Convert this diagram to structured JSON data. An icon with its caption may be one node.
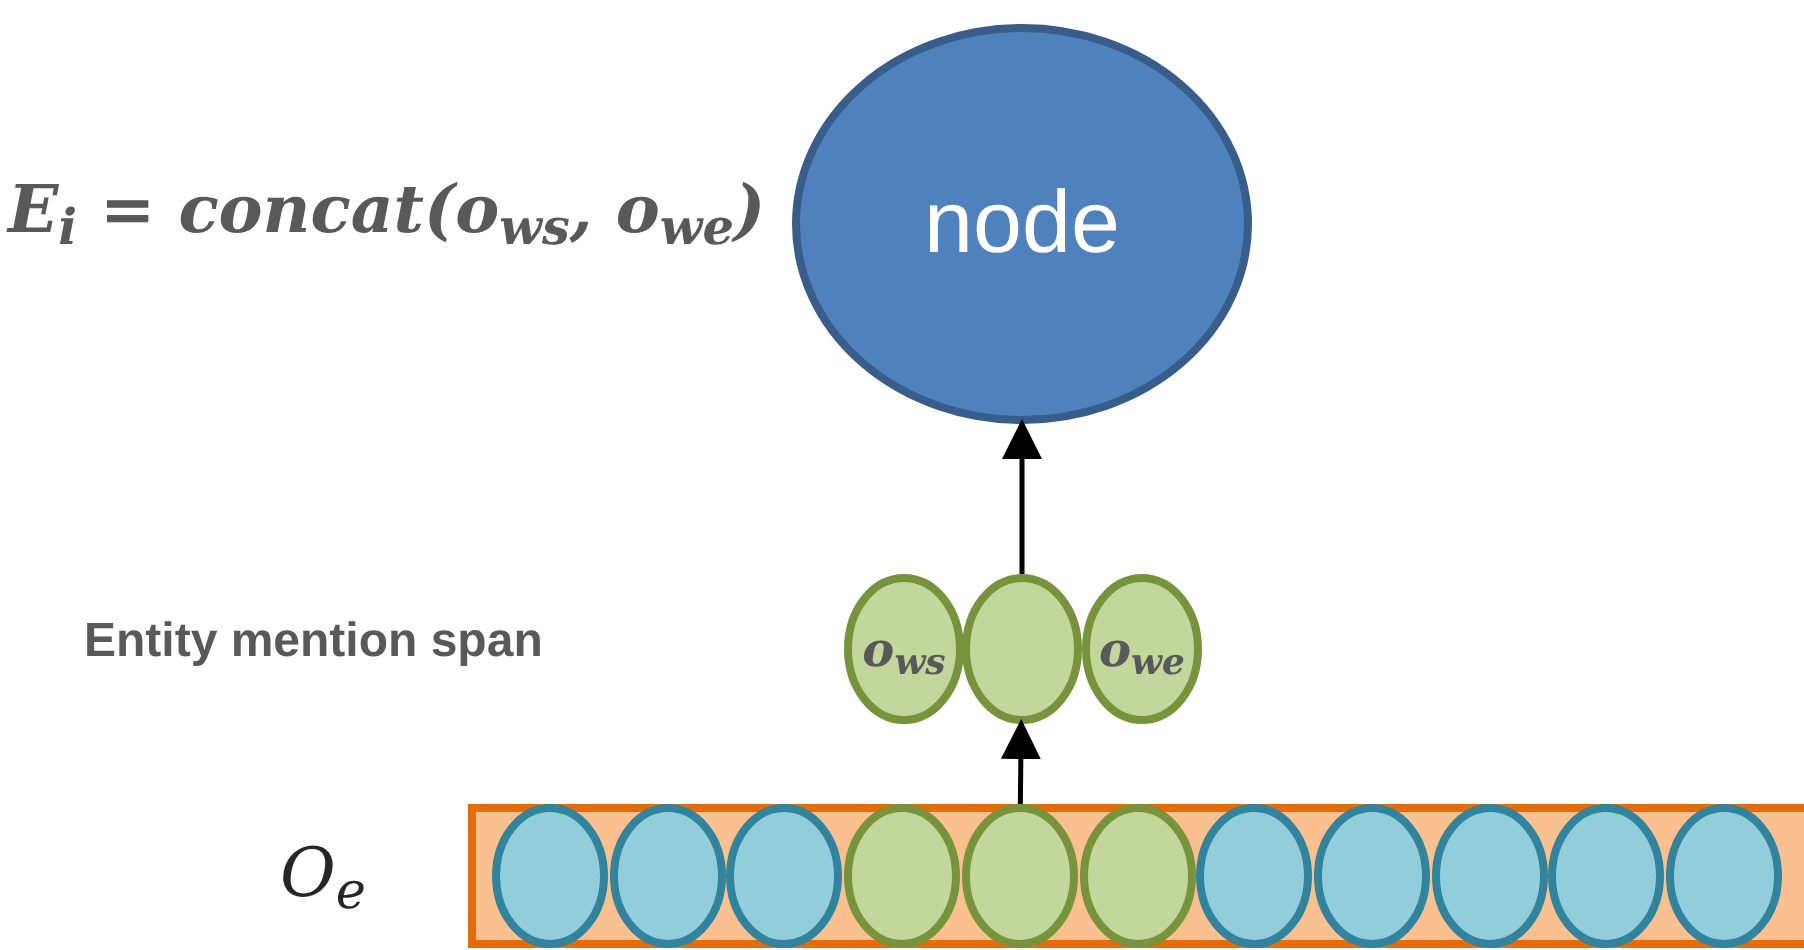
{
  "diagram": {
    "nodes": [
      {
        "text": [
          "node"
        ],
        "beside": [
          "E$_{i}$ = concat(o$_{ws}$, o$_{we}$)"
        ]
      },
      {
        "text": [
          "o$_{ws}$"
        ]
      },
      {
        "text": [],
        "shape": "circle"
      },
      {
        "text": [
          "o$_{we}$"
        ]
      },
      {
        "text": [],
        "shape": "bar",
        "beside": [
          "O$_{e}$"
        ]
      },
      {
        "text": [],
        "shape": "circle",
        "in": 4
      },
      {
        "text": [],
        "shape": "circle",
        "in": 4
      },
      {
        "text": [],
        "shape": "circle",
        "in": 4
      },
      {
        "text": [],
        "shape": "circle",
        "in": 4
      },
      {
        "text": [],
        "shape": "circle",
        "in": 4
      },
      {
        "text": [],
        "shape": "circle",
        "in": 4
      },
      {
        "text": [],
        "shape": "circle",
        "in": 4
      },
      {
        "text": [],
        "shape": "circle",
        "in": 4
      },
      {
        "text": [],
        "shape": "circle",
        "in": 4
      },
      {
        "text": [],
        "shape": "circle",
        "in": 4
      },
      {
        "text": [],
        "shape": "circle",
        "in": 4
      }
    ],
    "edges": [
      {
        "from": 9,
        "to": 2,
        "arrow": "to"
      },
      {
        "from": 2,
        "to": 0,
        "arrow": "to"
      }
    ],
    "labels": [
      "Entity mention span"
    ]
  }
}
